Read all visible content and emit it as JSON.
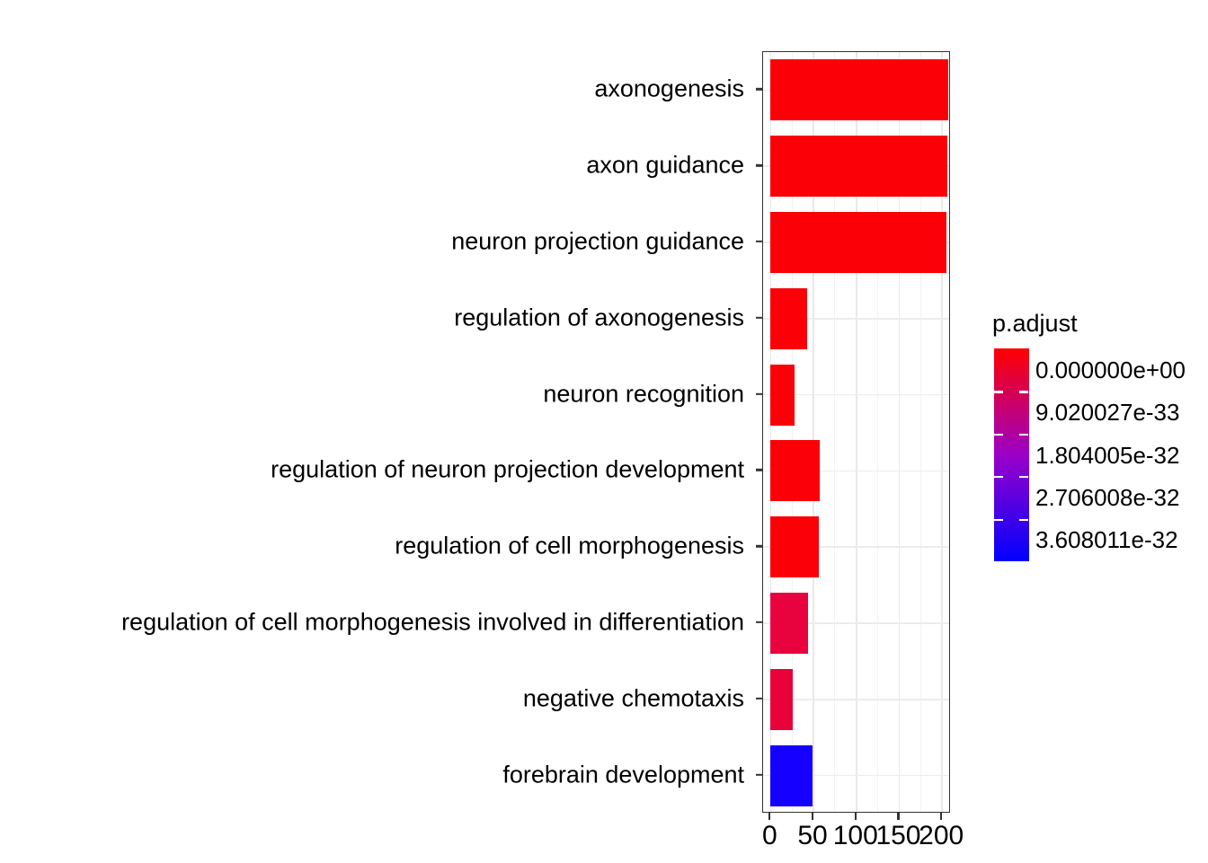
{
  "chart_data": {
    "type": "bar",
    "orientation": "horizontal",
    "title": "",
    "xlabel": "",
    "ylabel": "",
    "categories": [
      "axonogenesis",
      "axon guidance",
      "neuron projection guidance",
      "regulation of axonogenesis",
      "neuron recognition",
      "regulation of neuron projection development",
      "regulation of cell morphogenesis",
      "regulation of cell morphogenesis involved in differentiation",
      "negative chemotaxis",
      "forebrain development"
    ],
    "values": [
      207,
      206,
      205,
      43,
      28,
      57,
      56,
      44,
      26,
      49
    ],
    "bar_colors": [
      "#FB0007",
      "#FB0007",
      "#FB0007",
      "#FB0007",
      "#FB0007",
      "#FB0007",
      "#FB0007",
      "#E8033F",
      "#E80239",
      "#1500FF"
    ],
    "xlim": [
      0,
      213
    ],
    "xticks": [
      0,
      50,
      100,
      150,
      200
    ],
    "xticklabels": [
      "0",
      "50",
      "100",
      "150",
      "200"
    ],
    "x_minor_ticks": [
      25,
      75,
      125,
      175
    ],
    "grid": true,
    "legend_position": "right"
  },
  "legend": {
    "title": "p.adjust",
    "labels": [
      "0.000000e+00",
      "9.020027e-33",
      "1.804005e-32",
      "2.706008e-32",
      "3.608011e-32"
    ],
    "gradient_top_color": "#FF0000",
    "gradient_mid_color": "#9B00C8",
    "gradient_bottom_color": "#0000FF"
  }
}
